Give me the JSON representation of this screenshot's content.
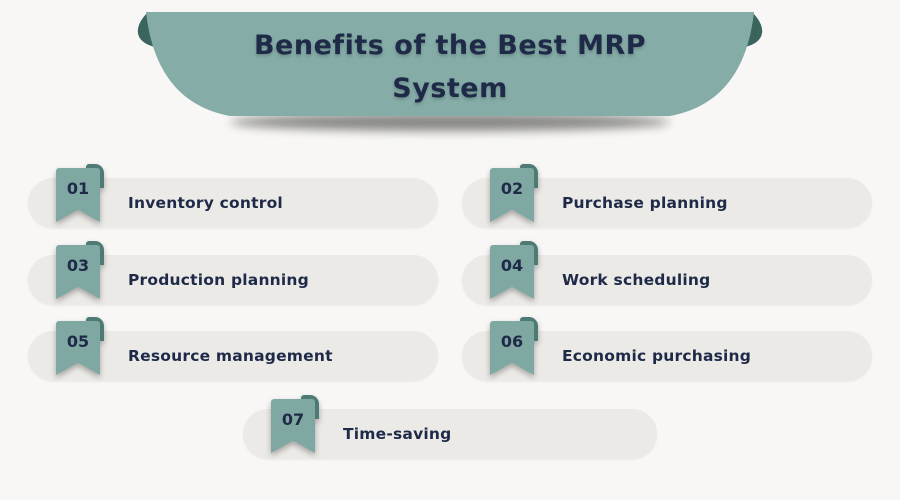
{
  "title": {
    "full": "Benefits of the Best MRP System",
    "lines": [
      "Benefits of the Best MRP",
      "System"
    ]
  },
  "items": [
    {
      "number": "01",
      "label": "Inventory control"
    },
    {
      "number": "02",
      "label": "Purchase planning"
    },
    {
      "number": "03",
      "label": "Production planning"
    },
    {
      "number": "04",
      "label": "Work scheduling"
    },
    {
      "number": "05",
      "label": "Resource management"
    },
    {
      "number": "06",
      "label": "Economic purchasing"
    },
    {
      "number": "07",
      "label": "Time-saving"
    }
  ],
  "colors": {
    "background": "#f8f7f5",
    "banner": "#85aca7",
    "banner_dark": "#3a655f",
    "pill": "#ebeae7",
    "text_dark": "#1e2a48",
    "badge": "#7fa8a2",
    "badge_fold": "#4e7a74"
  }
}
